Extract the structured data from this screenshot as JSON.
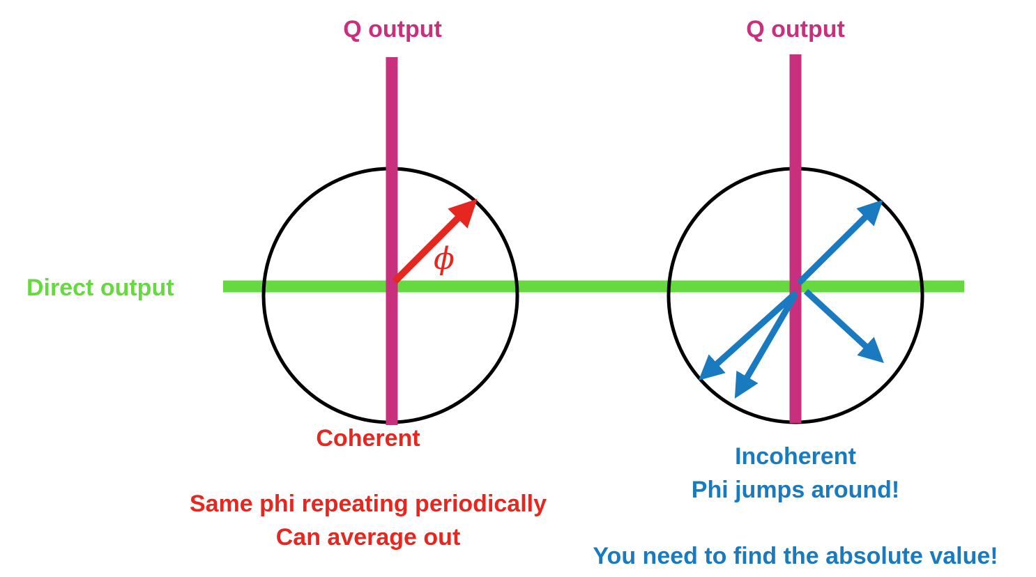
{
  "colors": {
    "q_axis": "#C8307E",
    "direct_axis": "#66D940",
    "coherent": "#E6271F",
    "incoherent": "#1A7ABF",
    "circle": "#000000"
  },
  "left_diagram": {
    "q_label": "Q output",
    "direct_label": "Direct output",
    "phase_symbol": "ϕ",
    "caption": "Coherent",
    "note_line1": "Same phi repeating periodically",
    "note_line2": "Can average out"
  },
  "right_diagram": {
    "q_label": "Q output",
    "caption_line1": "Incoherent",
    "caption_line2": "Phi jumps around!",
    "note": "You need to find the absolute value!"
  }
}
